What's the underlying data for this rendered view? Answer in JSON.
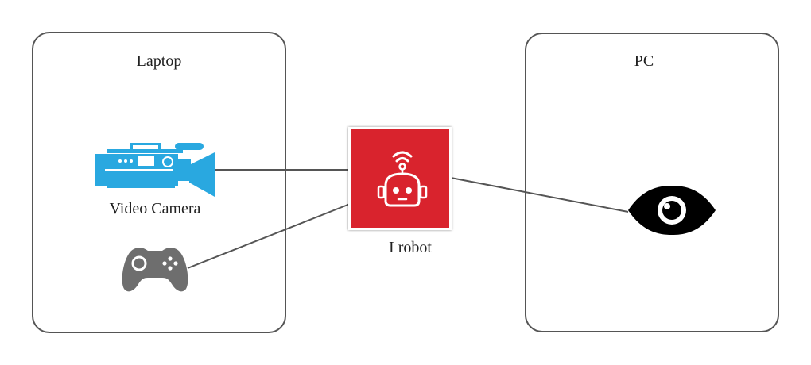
{
  "containers": {
    "laptop": {
      "title": "Laptop"
    },
    "pc": {
      "title": "PC"
    }
  },
  "nodes": {
    "camera": {
      "label": "Video Camera",
      "icon": "video-camera-icon",
      "color": "#29a8e0"
    },
    "gamepad": {
      "label": "",
      "icon": "gamepad-icon",
      "color": "#6e6e6e"
    },
    "robot": {
      "label": "I robot",
      "icon": "robot-icon",
      "color": "#d9232d"
    },
    "eye": {
      "label": "",
      "icon": "eye-icon",
      "color": "#000000"
    }
  },
  "edges": [
    {
      "from": "camera",
      "to": "robot"
    },
    {
      "from": "gamepad",
      "to": "robot"
    },
    {
      "from": "robot",
      "to": "eye"
    }
  ],
  "colors": {
    "border": "#555555",
    "edge": "#555555",
    "text": "#222222"
  }
}
